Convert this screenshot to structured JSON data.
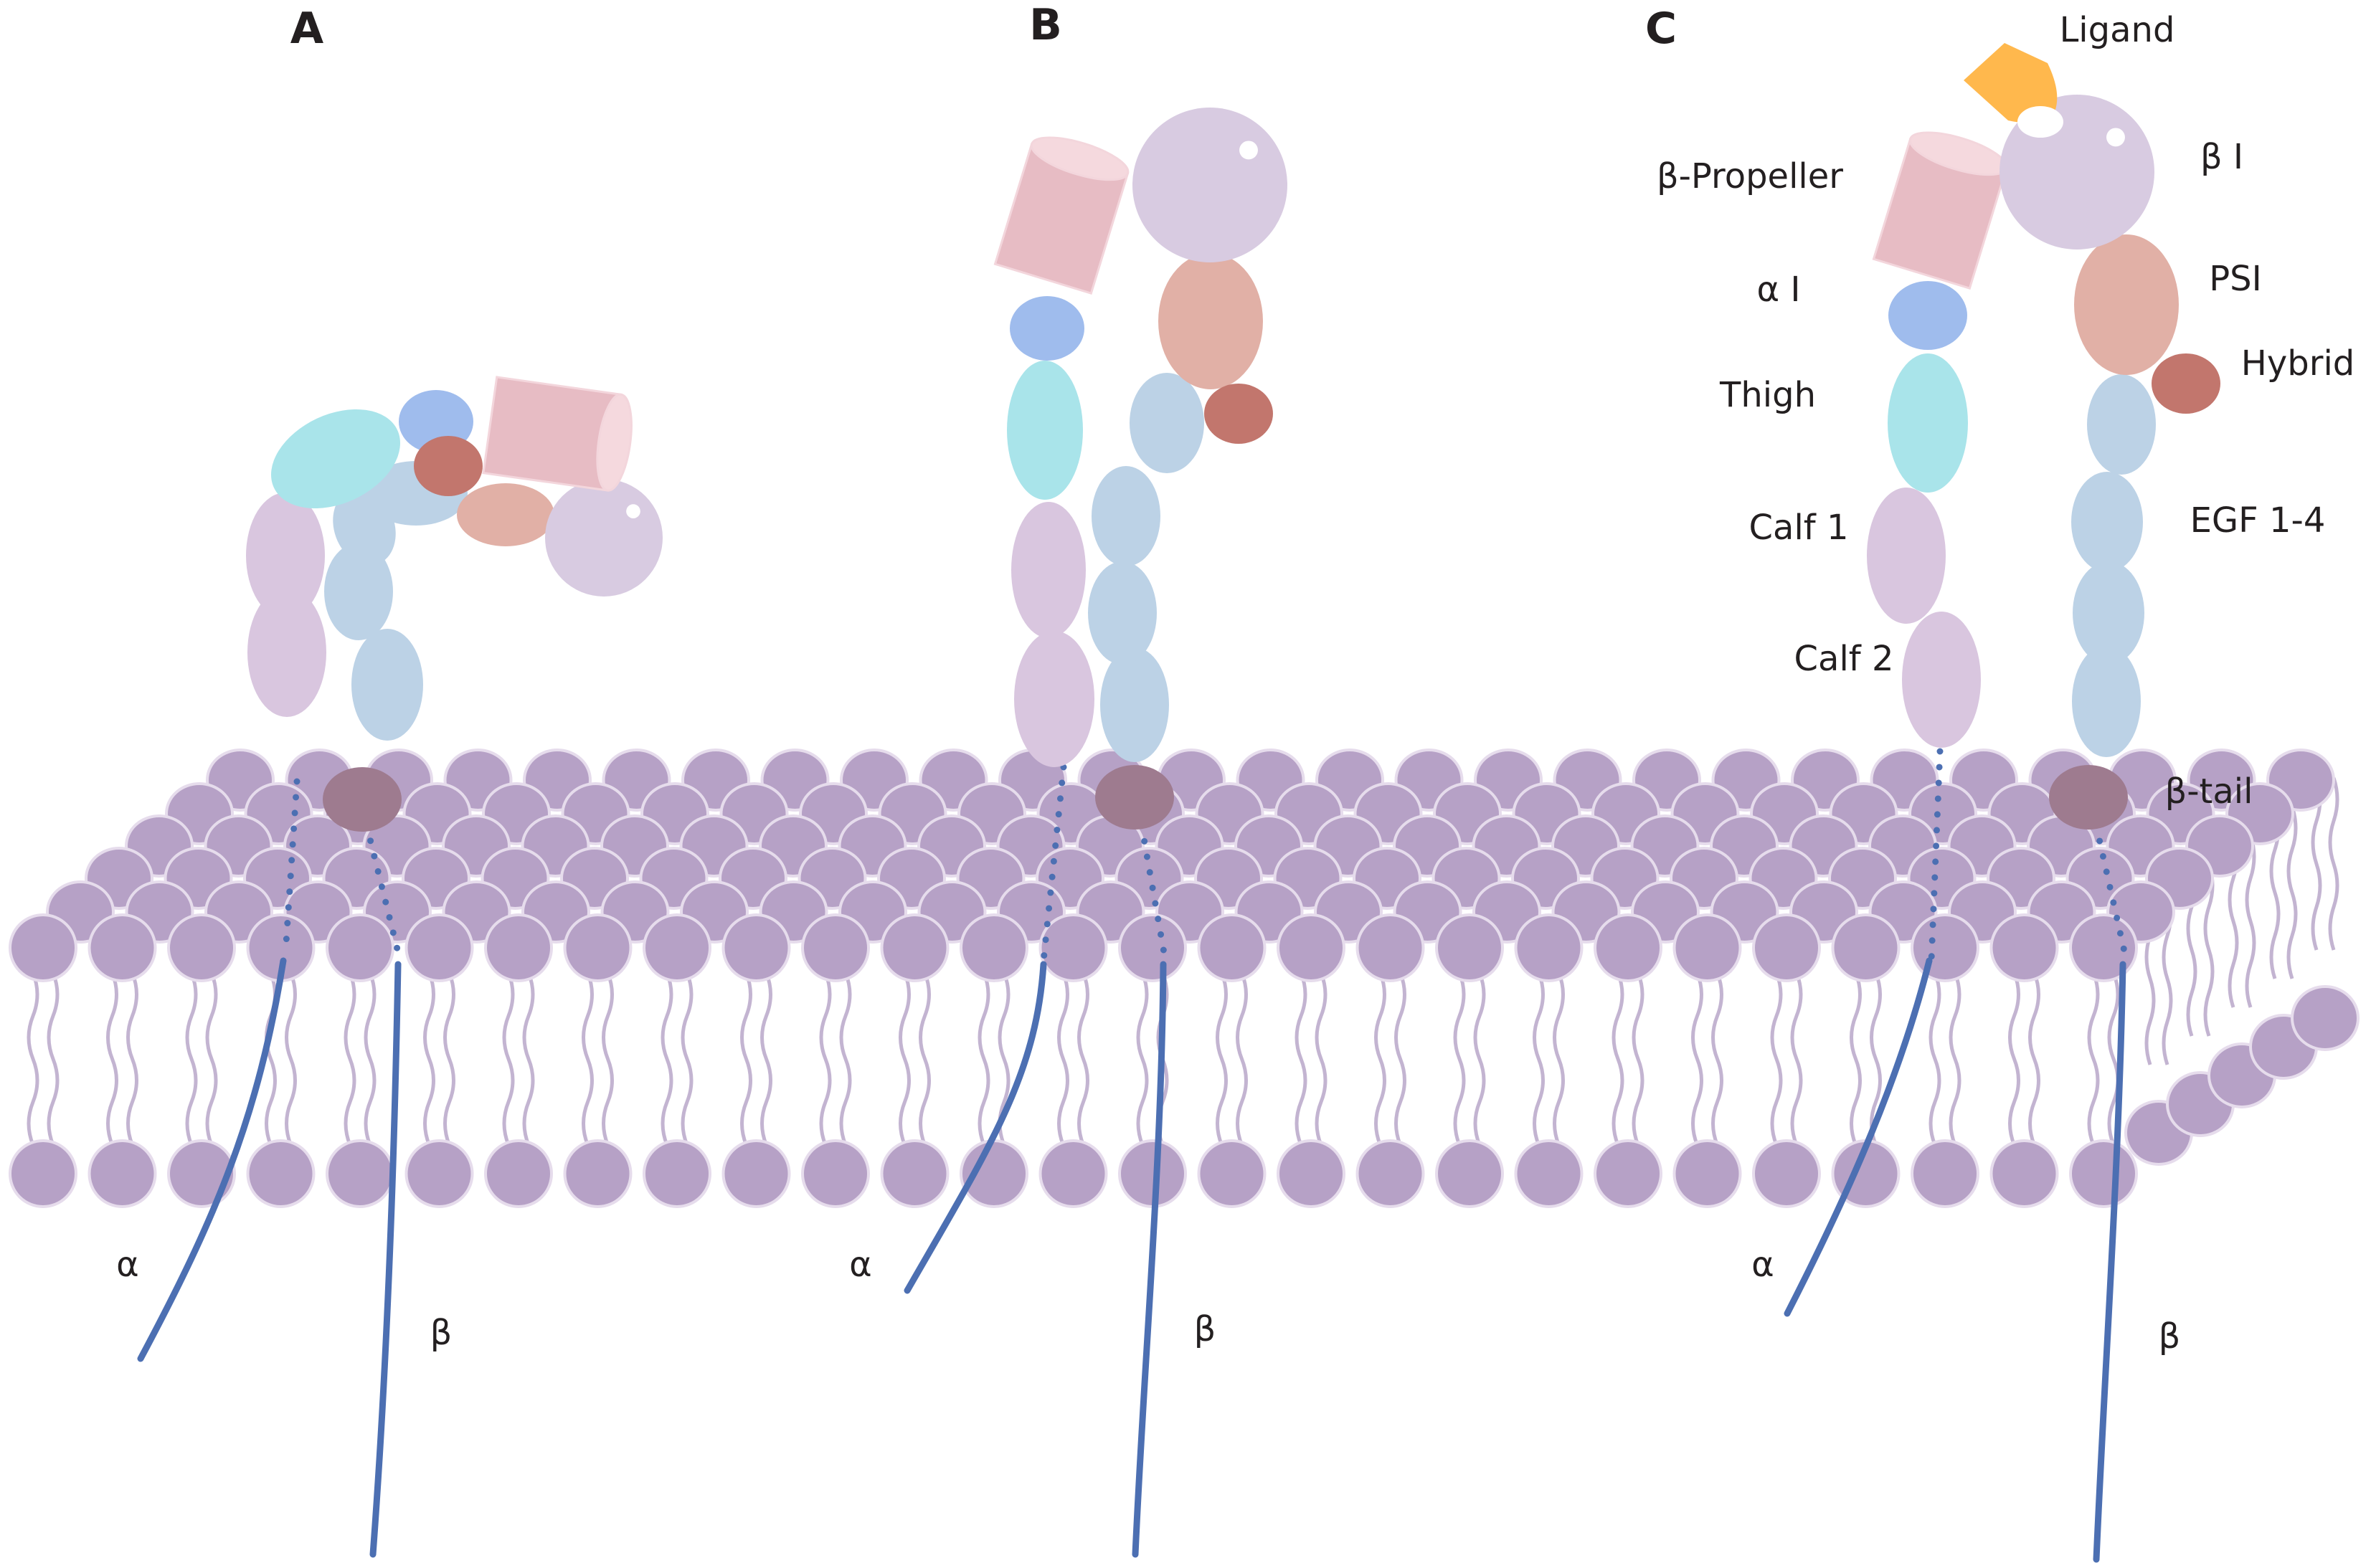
{
  "panels": [
    {
      "letter": "A",
      "alpha": "α",
      "beta": "β"
    },
    {
      "letter": "B",
      "alpha": "α",
      "beta": "β"
    },
    {
      "letter": "C",
      "alpha": "α",
      "beta": "β"
    }
  ],
  "domain_labels": {
    "ligand": "Ligand",
    "beta_propeller": "β-Propeller",
    "beta_i": "β I",
    "alpha_i": "α I",
    "psi": "PSI",
    "hybrid": "Hybrid",
    "thigh": "Thigh",
    "calf1": "Calf 1",
    "egf": "EGF 1-4",
    "calf2": "Calf 2",
    "beta_tail": "β-tail"
  },
  "colors": {
    "membrane_head": "#b6a1c6",
    "membrane_head_edge": "#e6dcec",
    "lipid_tail": "#c3b4d1",
    "chain": "#4c6fb2",
    "beta_propeller": "#e7bcc4",
    "alpha_i": "#9fbced",
    "thigh": "#a9e4ea",
    "calf": "#d9c6df",
    "egf": "#bcd2e6",
    "psi": "#e1b0a6",
    "hybrid": "#c2766d",
    "beta_i": "#d8cbe1",
    "beta_tail": "#9e7b8f",
    "ligand": "#ffb84d"
  }
}
